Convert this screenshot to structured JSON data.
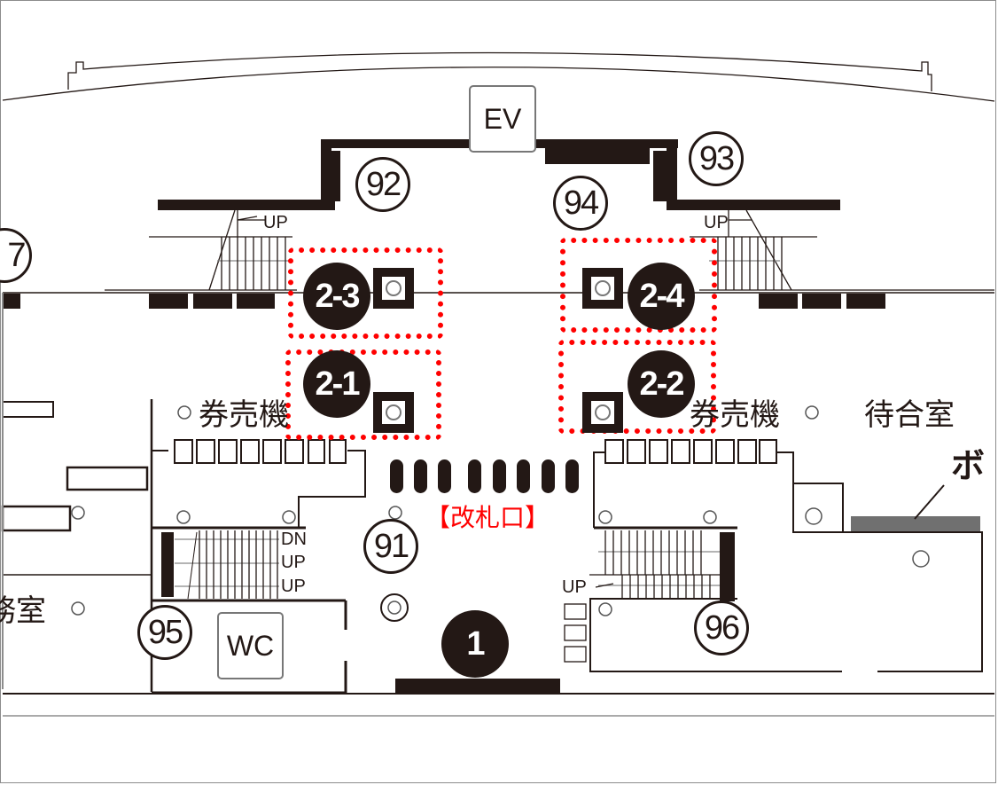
{
  "map": {
    "type": "station-floor-plan",
    "colors": {
      "wall": "#231815",
      "highlight": "#ff0000",
      "bench": "#707070",
      "frame": "#8c8c8c"
    },
    "exits": {
      "e1": "1",
      "e2_1": "2-1",
      "e2_2": "2-2",
      "e2_3": "2-3",
      "e2_4": "2-4"
    },
    "numbered_points": {
      "p91": "91",
      "p92": "92",
      "p93": "93",
      "p94": "94",
      "p95": "95",
      "p96": "96",
      "p97_partial": "7"
    },
    "facilities": {
      "elevator": "EV",
      "restroom": "WC"
    },
    "labels": {
      "ticket_machine_left": "券売機",
      "ticket_machine_right": "券売機",
      "waiting_room": "待合室",
      "office_partial": "務室",
      "ticket_gate": "【改札口】",
      "right_partial": "ボ"
    },
    "stair_labels": {
      "top_left_up": "UP",
      "top_right_up": "UP",
      "left_dn": "DN",
      "left_up1": "UP",
      "left_up2": "UP",
      "right_up": "UP"
    }
  }
}
